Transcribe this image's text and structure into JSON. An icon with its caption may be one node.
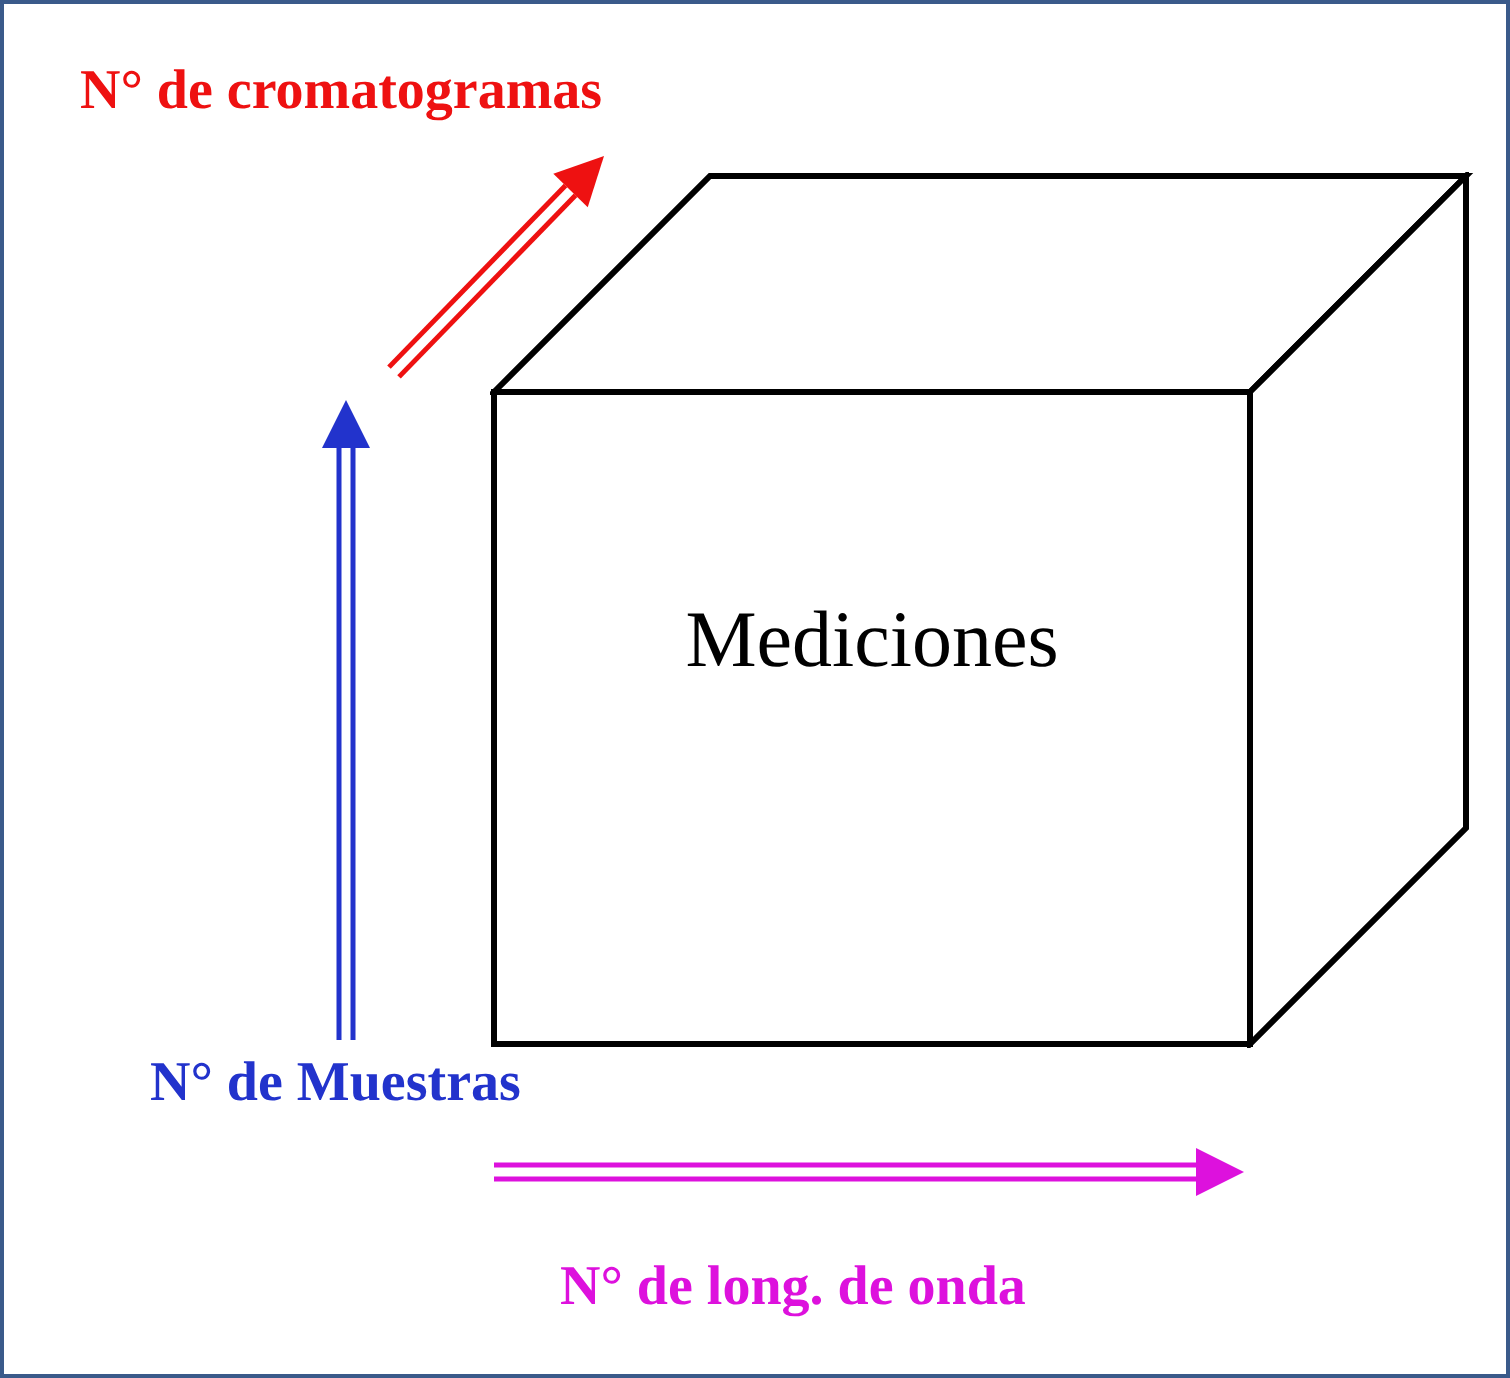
{
  "diagram": {
    "nodes": [
      {
        "text": [
          "Mediciones"
        ]
      }
    ],
    "labels": [
      "N° de cromatogramas",
      "N° de Muestras",
      "N° de long. de onda"
    ]
  }
}
